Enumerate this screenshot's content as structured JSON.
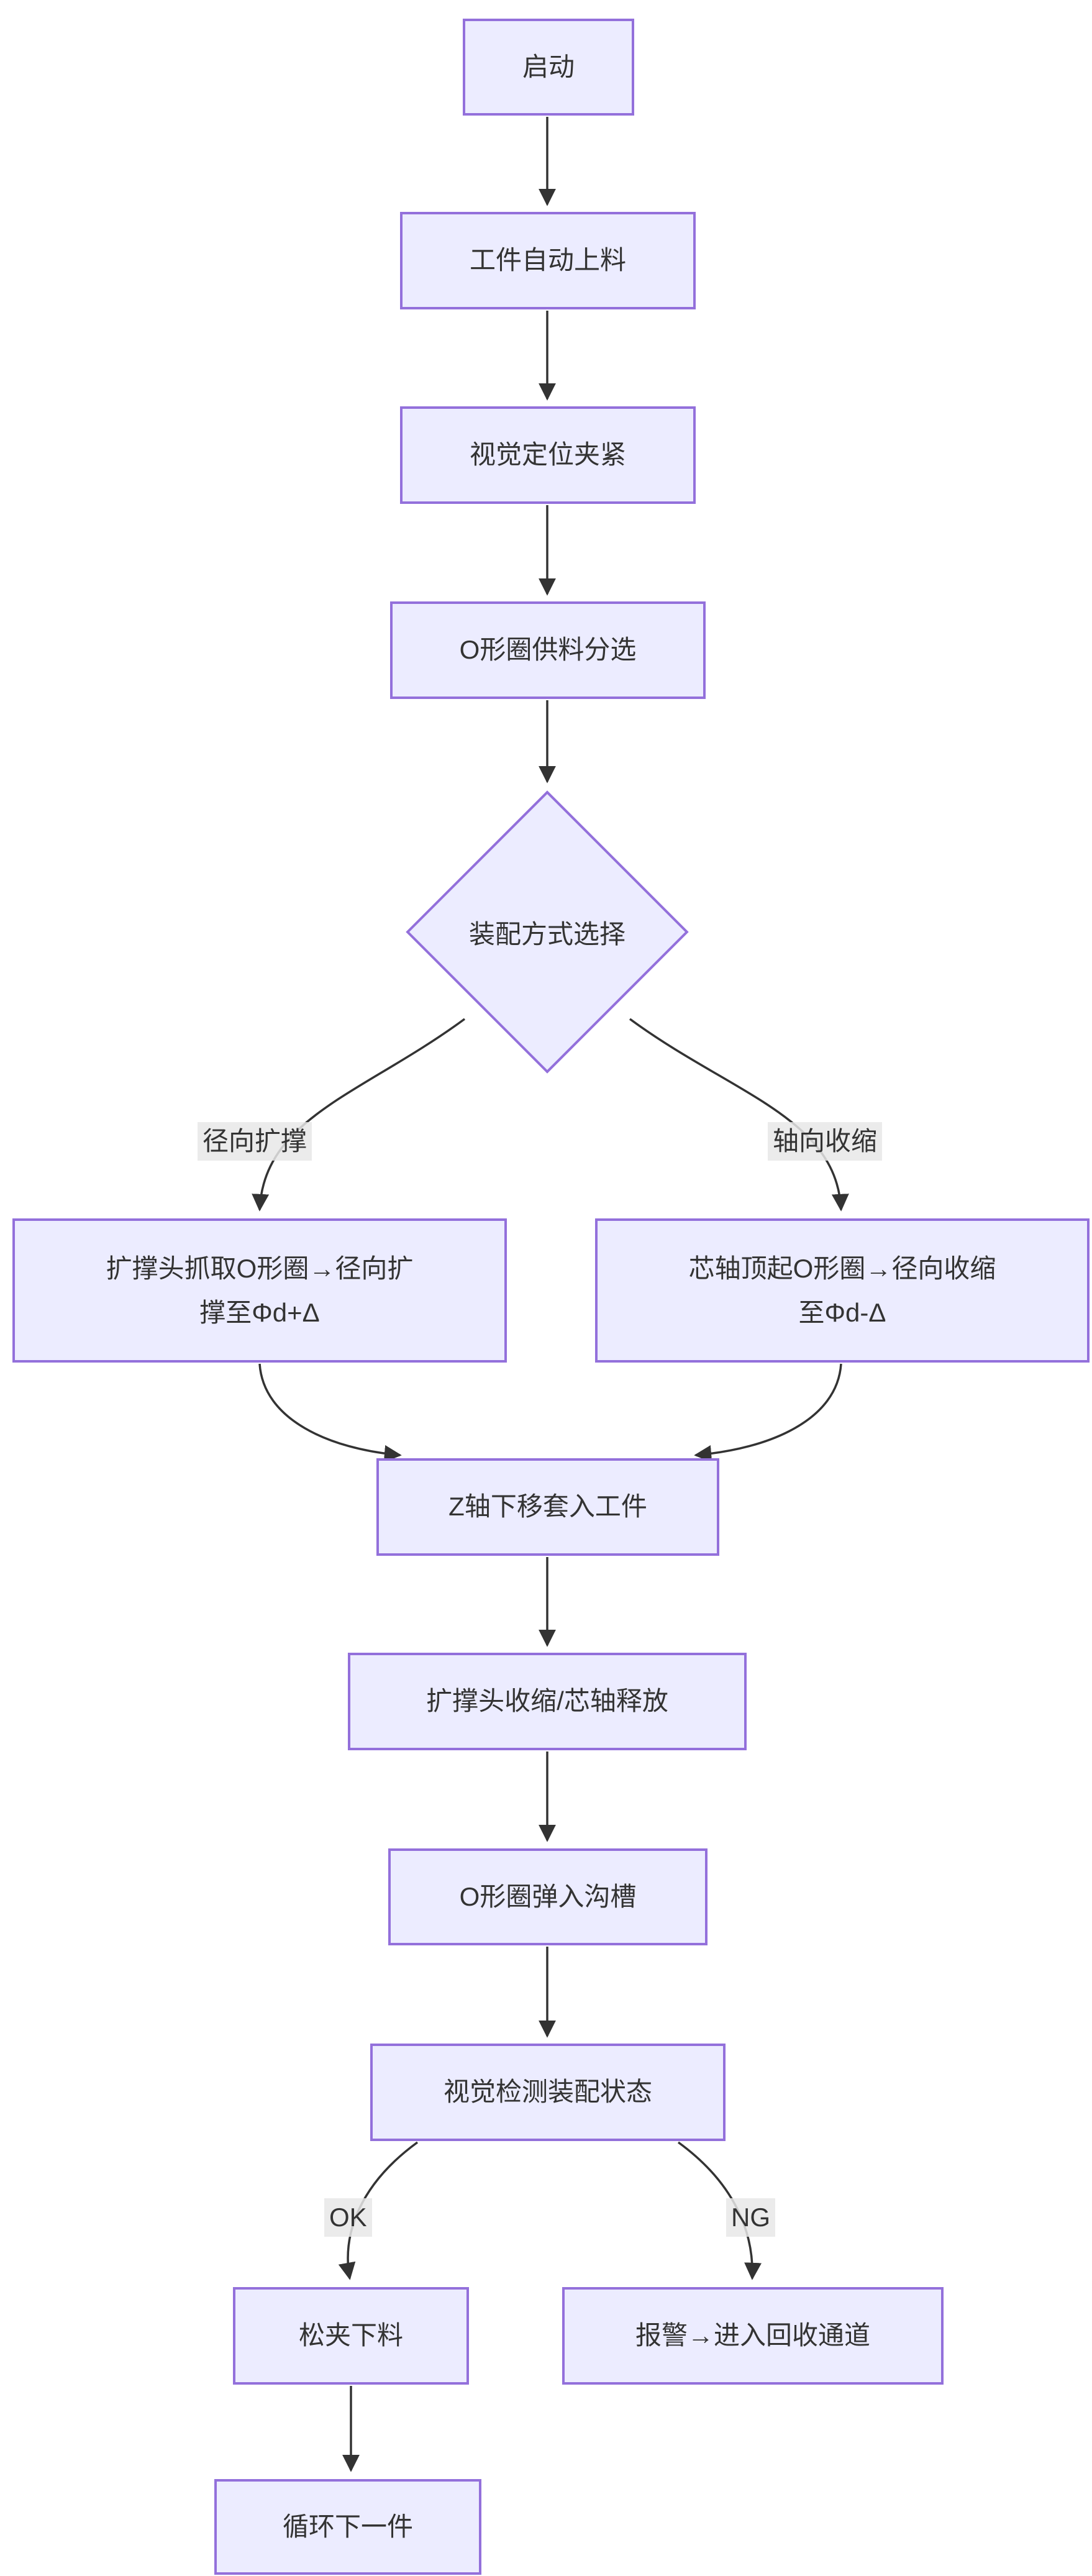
{
  "colors": {
    "background": "#FFFFFF",
    "node_fill": "#ECECFF",
    "node_border": "#9370DB",
    "edge_line": "#333333",
    "text": "#333333",
    "edge_label_bg": "#E8E8E8"
  },
  "nodes": {
    "start": {
      "label": "启动"
    },
    "auto_feed": {
      "label": "工件自动上料"
    },
    "vision_clamp": {
      "label": "视觉定位夹紧"
    },
    "oring_supply": {
      "label": "O形圈供料分选"
    },
    "assembly_choice": {
      "label": "装配方式选择"
    },
    "radial_expand": {
      "line1": "扩撑头抓取O形圈→径向扩",
      "line2": "撑至Φd+Δ"
    },
    "axial_shrink": {
      "line1": "芯轴顶起O形圈→径向收缩",
      "line2": "至Φd-Δ"
    },
    "z_down": {
      "label": "Z轴下移套入工件"
    },
    "release": {
      "label": "扩撑头收缩/芯轴释放"
    },
    "snap_groove": {
      "label": "O形圈弹入沟槽"
    },
    "vision_check": {
      "label": "视觉检测装配状态"
    },
    "unload": {
      "label": "松夹下料"
    },
    "alarm": {
      "label": "报警→进入回收通道"
    },
    "next_cycle": {
      "label": "循环下一件"
    }
  },
  "edge_labels": {
    "radial": "径向扩撑",
    "axial": "轴向收缩",
    "ok": "OK",
    "ng": "NG"
  }
}
